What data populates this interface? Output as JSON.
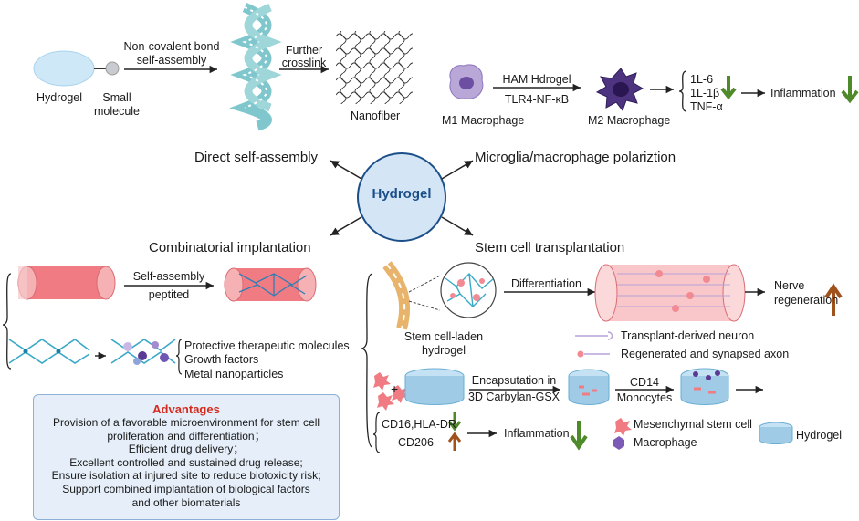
{
  "center": "Hydrogel",
  "branches": {
    "top_left": "Direct self-assembly",
    "top_right": "Microglia/macrophage polariztion",
    "bottom_left": "Combinatorial implantation",
    "bottom_right": "Stem cell transplantation"
  },
  "self_assembly": {
    "hydrogel": "Hydrogel",
    "small_molecule_1": "Small",
    "small_molecule_2": "molecule",
    "arrow1_line1": "Non-covalent bond",
    "arrow1_line2": "self-assembly",
    "arrow2_line1": "Further",
    "arrow2_line2": "crosslink",
    "nanofiber": "Nanofiber"
  },
  "polarization": {
    "m1": "M1 Macrophage",
    "arrow_top": "HAM Hdrogel",
    "arrow_bottom": "TLR4-NF-κB",
    "m2": "M2 Macrophage",
    "cytokine_1": "1L-6",
    "cytokine_2": "1L-1β",
    "cytokine_3": "TNF-α",
    "inflammation": "Inflammation"
  },
  "combinatorial": {
    "arrow_line1": "Self-assembly",
    "arrow_line2": "peptited",
    "item_1": "Protective therapeutic molecules",
    "item_2": "Growth factors",
    "item_3": "Metal nanoparticles"
  },
  "advantages": {
    "title": "Advantages",
    "lines": [
      "Provision of a favorable microenvironment for stem cell",
      "proliferation and differentiation；",
      "Efficient drug delivery；",
      "Excellent controlled and sustained drug release;",
      "Ensure isolation at injured site to reduce biotoxicity risk;",
      "Support combined implantation of biological factors",
      "and other biomaterials"
    ]
  },
  "stem_cell": {
    "laden_1": "Stem cell-laden",
    "laden_2": "hydrogel",
    "differentiation": "Differentiation",
    "nerve_1": "Nerve",
    "nerve_2": "regeneration",
    "legend_neuron": "Transplant-derived neuron",
    "legend_axon": "Regenerated and synapsed axon",
    "plus": "+",
    "encap_1": "Encapsutation in",
    "encap_2": "3D Carbylan-GSX",
    "cd14_1": "CD14",
    "cd14_2": "Monocytes",
    "markers_1": "CD16,HLA-DR",
    "markers_2": "CD206",
    "inflammation": "Inflammation",
    "legend_msc": "Mesenchymal stem cell",
    "legend_macrophage": "Macrophage",
    "legend_hydrogel": "Hydrogel"
  },
  "colors": {
    "down_arrow": "#4f8a2a",
    "up_arrow": "#a0521d",
    "center_fill": "#d4e6f5",
    "center_text": "#1b4f8a",
    "advantages_title": "#d52b1e",
    "advantages_bg": "#e5eef9",
    "tissue_pink": "#f07b82",
    "hydrogel_blue": "#9fcbe6"
  }
}
